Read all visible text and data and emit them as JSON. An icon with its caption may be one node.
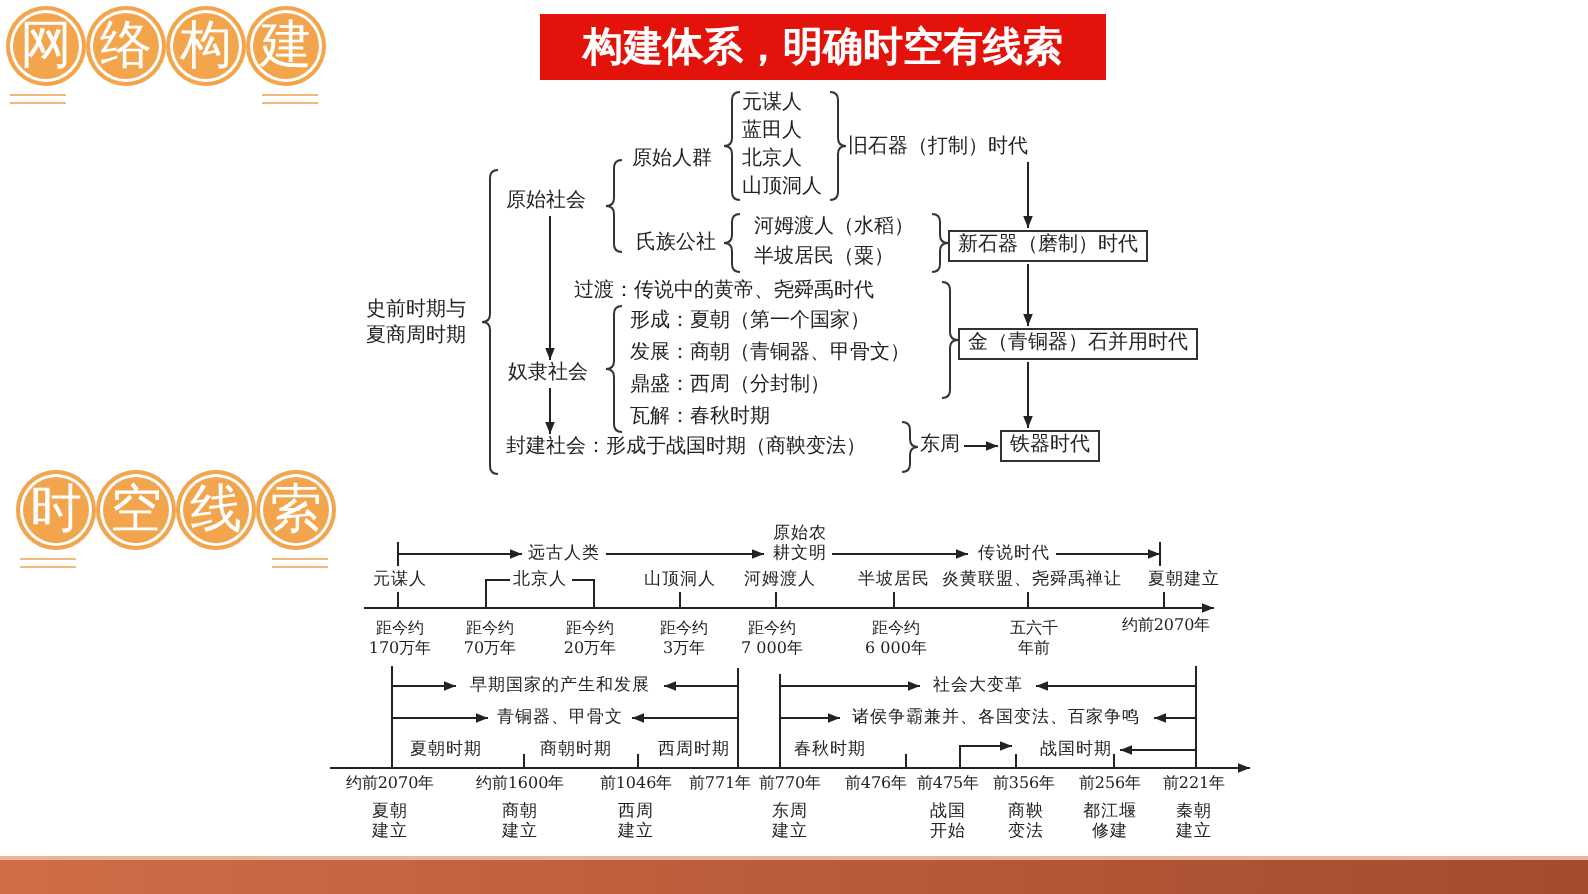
{
  "diagram": {
    "title": "构建体系，明确时空有线索",
    "nodes": [
      {
        "text": [
          "史前时期与夏商周时期"
        ]
      },
      {
        "text": [
          "原始社会"
        ]
      },
      {
        "text": [
          "原始人群"
        ]
      },
      {
        "text": [
          "元谋人"
        ]
      },
      {
        "text": [
          "蓝田人"
        ]
      },
      {
        "text": [
          "北京人"
        ]
      },
      {
        "text": [
          "山顶洞人"
        ]
      },
      {
        "text": [
          "氏族公社"
        ]
      },
      {
        "text": [
          "河姆渡人（水稻）"
        ]
      },
      {
        "text": [
          "半坡居民（粟）"
        ]
      },
      {
        "text": [
          "过渡：传说中的黄帝、尧舜禹时代"
        ]
      },
      {
        "text": [
          "奴隶社会"
        ]
      },
      {
        "text": [
          "形成：夏朝（第一个国家）"
        ]
      },
      {
        "text": [
          "发展：商朝（青铜器、甲骨文）"
        ]
      },
      {
        "text": [
          "鼎盛：西周（分封制）"
        ]
      },
      {
        "text": [
          "瓦解：春秋时期"
        ]
      },
      {
        "text": [
          "封建社会：形成于战国时期（商鞅变法）"
        ]
      },
      {
        "text": [
          "旧石器（打制）时代"
        ]
      },
      {
        "text": [
          "新石器（磨制）时代"
        ]
      },
      {
        "text": [
          "金（青铜器）石并用时代"
        ]
      },
      {
        "text": [
          "东周"
        ]
      },
      {
        "text": [
          "铁器时代"
        ]
      }
    ],
    "edges": [
      {
        "from": 17,
        "to": 18,
        "arrow": "to"
      },
      {
        "from": 18,
        "to": 19,
        "arrow": "to"
      },
      {
        "from": 19,
        "to": 21,
        "arrow": "to"
      },
      {
        "from": 1,
        "to": 11,
        "arrow": "to"
      },
      {
        "from": 11,
        "to": 16,
        "arrow": "to"
      },
      {
        "from": 20,
        "to": 21,
        "arrow": "to"
      }
    ],
    "labels": [
      "网络构建",
      "时空线索",
      "远古人类",
      "原始农耕文明",
      "传说时代",
      "元谋人",
      "北京人",
      "山顶洞人",
      "河姆渡人",
      "半坡居民",
      "炎黄联盟、尧舜禹禅让",
      "夏朝建立",
      "距今约170万年",
      "距今约70万年",
      "距今约20万年",
      "距今约3万年",
      "距今约7 000年",
      "距今约6 000年",
      "五六千年前",
      "约前2070年",
      "早期国家的产生和发展",
      "社会大变革",
      "青铜器、甲骨文",
      "诸侯争霸兼并、各国变法、百家争鸣",
      "夏朝时期",
      "商朝时期",
      "西周时期",
      "春秋时期",
      "战国时期",
      "约前2070年",
      "约前1600年",
      "前1046年",
      "前771年",
      "前770年",
      "前476年",
      "前475年",
      "前356年",
      "前256年",
      "前221年",
      "夏朝建立",
      "商朝建立",
      "西周建立",
      "东周建立",
      "战国开始",
      "商鞅变法",
      "都江堰修建",
      "秦朝建立"
    ]
  }
}
